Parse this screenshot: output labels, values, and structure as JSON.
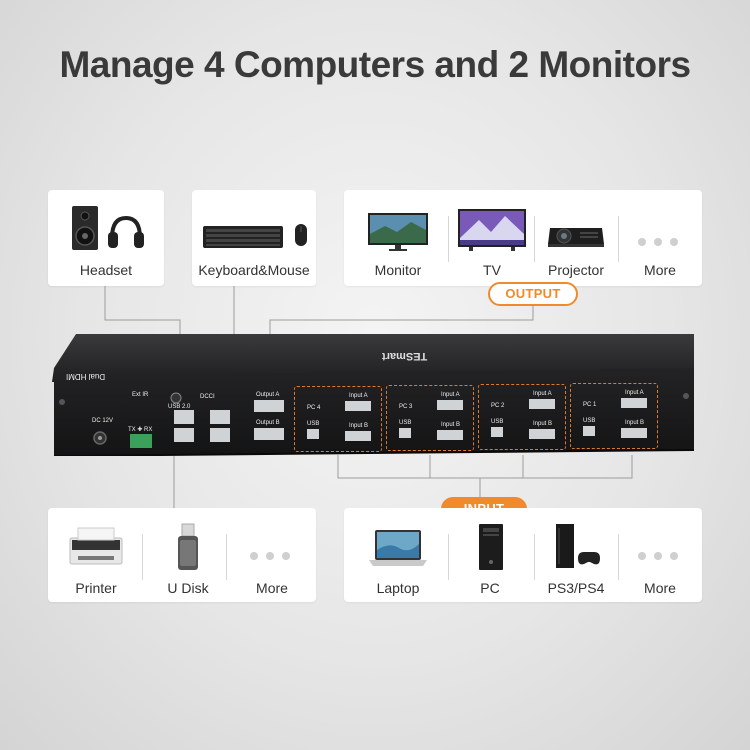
{
  "headline": "Manage 4 Computers and 2 Monitors",
  "audio_card": {
    "label": "Headset",
    "icon": "speaker-headphones-icon"
  },
  "keyboard_card": {
    "label": "Keyboard&Mouse",
    "icon": "keyboard-mouse-icon"
  },
  "output_card": {
    "items": [
      {
        "label": "Monitor",
        "icon": "monitor-icon"
      },
      {
        "label": "TV",
        "icon": "tv-icon"
      },
      {
        "label": "Projector",
        "icon": "projector-icon"
      },
      {
        "label": "More",
        "icon": "more-dots-icon"
      }
    ],
    "tag": "OUTPUT"
  },
  "usb_card": {
    "items": [
      {
        "label": "Printer",
        "icon": "printer-icon"
      },
      {
        "label": "U Disk",
        "icon": "usb-disk-icon"
      },
      {
        "label": "More",
        "icon": "more-dots-icon"
      }
    ]
  },
  "input_card": {
    "items": [
      {
        "label": "Laptop",
        "icon": "laptop-icon"
      },
      {
        "label": "PC",
        "icon": "pc-tower-icon"
      },
      {
        "label": "PS3/PS4",
        "icon": "game-console-icon"
      },
      {
        "label": "More",
        "icon": "more-dots-icon"
      }
    ],
    "tag": "INPUT"
  },
  "device": {
    "brand": "TESmart",
    "model_text": "Dual HDMI",
    "dc_label": "DC 12V",
    "ext_ir": "Ext IR",
    "tx_rx": "TX ✚ RX",
    "usb20": "USB 2.0",
    "dcc": "DCCI",
    "output_a": "Output A",
    "output_b": "Output B",
    "pcs": [
      {
        "name": "PC 4",
        "usb": "USB",
        "input_a": "Input A",
        "input_b": "Input B"
      },
      {
        "name": "PC 3",
        "usb": "USB",
        "input_a": "Input A",
        "input_b": "Input B"
      },
      {
        "name": "PC 2",
        "usb": "USB",
        "input_a": "Input A",
        "input_b": "Input B"
      },
      {
        "name": "PC 1",
        "usb": "USB",
        "input_a": "Input A",
        "input_b": "Input B"
      }
    ]
  },
  "colors": {
    "accent": "#f08a2a",
    "device": "#1c1c1e",
    "headline": "#3a3a3a"
  }
}
